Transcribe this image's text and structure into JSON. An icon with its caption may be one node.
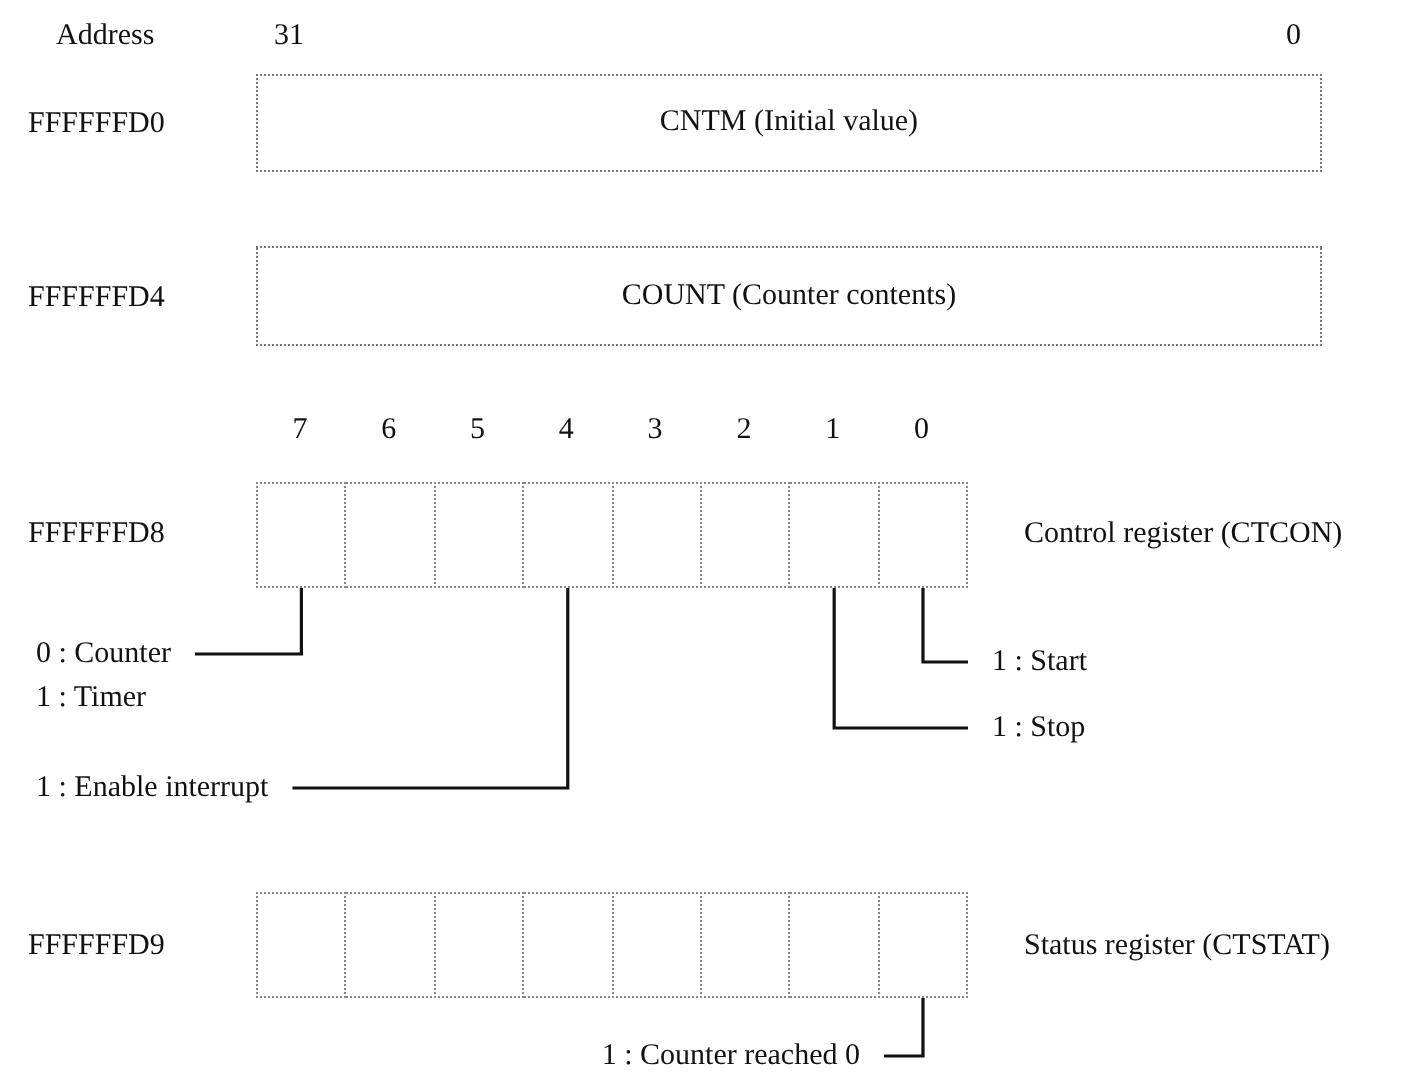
{
  "diagram": {
    "nodes": [
      {
        "text": [
          "CNTM (Initial value)"
        ]
      },
      {
        "text": [
          "COUNT (Counter contents)"
        ]
      },
      {
        "text": [],
        "shape": "box"
      },
      {
        "text": [],
        "shape": "box"
      },
      {
        "text": [],
        "shape": "box"
      },
      {
        "text": [],
        "shape": "box"
      },
      {
        "text": [],
        "shape": "box"
      },
      {
        "text": [],
        "shape": "box"
      },
      {
        "text": [],
        "shape": "box"
      },
      {
        "text": [],
        "shape": "box"
      },
      {
        "text": [],
        "shape": "box"
      },
      {
        "text": [],
        "shape": "box"
      },
      {
        "text": [],
        "shape": "box"
      },
      {
        "text": [],
        "shape": "box"
      },
      {
        "text": [],
        "shape": "box"
      },
      {
        "text": [],
        "shape": "box"
      },
      {
        "text": [],
        "shape": "box"
      },
      {
        "text": [],
        "shape": "box"
      },
      {
        "text": [
          "0 : Counter",
          "1 : Timer"
        ]
      },
      {
        "text": [
          "1 : Start"
        ]
      },
      {
        "text": [
          "1 : Stop"
        ]
      },
      {
        "text": [
          "1 : Enable interrupt"
        ]
      },
      {
        "text": [
          "1 : Counter reached 0"
        ]
      }
    ],
    "edges": [
      {
        "from": 18,
        "to": 2,
        "arrow": "none"
      },
      {
        "from": 19,
        "to": 9,
        "arrow": "none"
      },
      {
        "from": 20,
        "to": 8,
        "arrow": "none"
      },
      {
        "from": 21,
        "to": 5,
        "arrow": "none"
      },
      {
        "from": 22,
        "to": 17,
        "arrow": "none"
      }
    ],
    "labels": [
      "Address",
      "31",
      "0",
      "FFFFFFD0",
      "FFFFFFD4",
      "7",
      "6",
      "5",
      "4",
      "3",
      "2",
      "1",
      "0",
      "FFFFFFD8",
      "Control register (CTCON)",
      "FFFFFFD9",
      "Status register (CTSTAT)"
    ]
  }
}
